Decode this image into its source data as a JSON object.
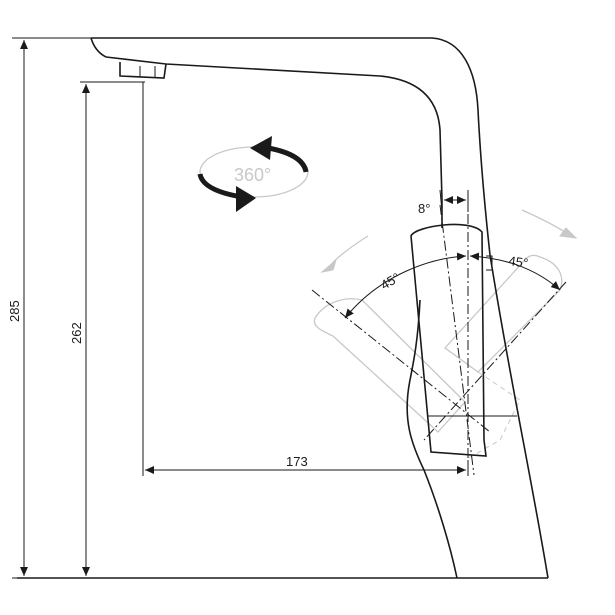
{
  "dimensions": {
    "total_height": "285",
    "spout_height": "262",
    "spout_reach": "173",
    "handle_tilt_left": "45°",
    "handle_tilt_right": "45°",
    "lever_offset": "8°",
    "swivel": "360°"
  },
  "colors": {
    "line": "#1a1a1a",
    "ghost": "#c8c8c8",
    "background": "#ffffff"
  }
}
